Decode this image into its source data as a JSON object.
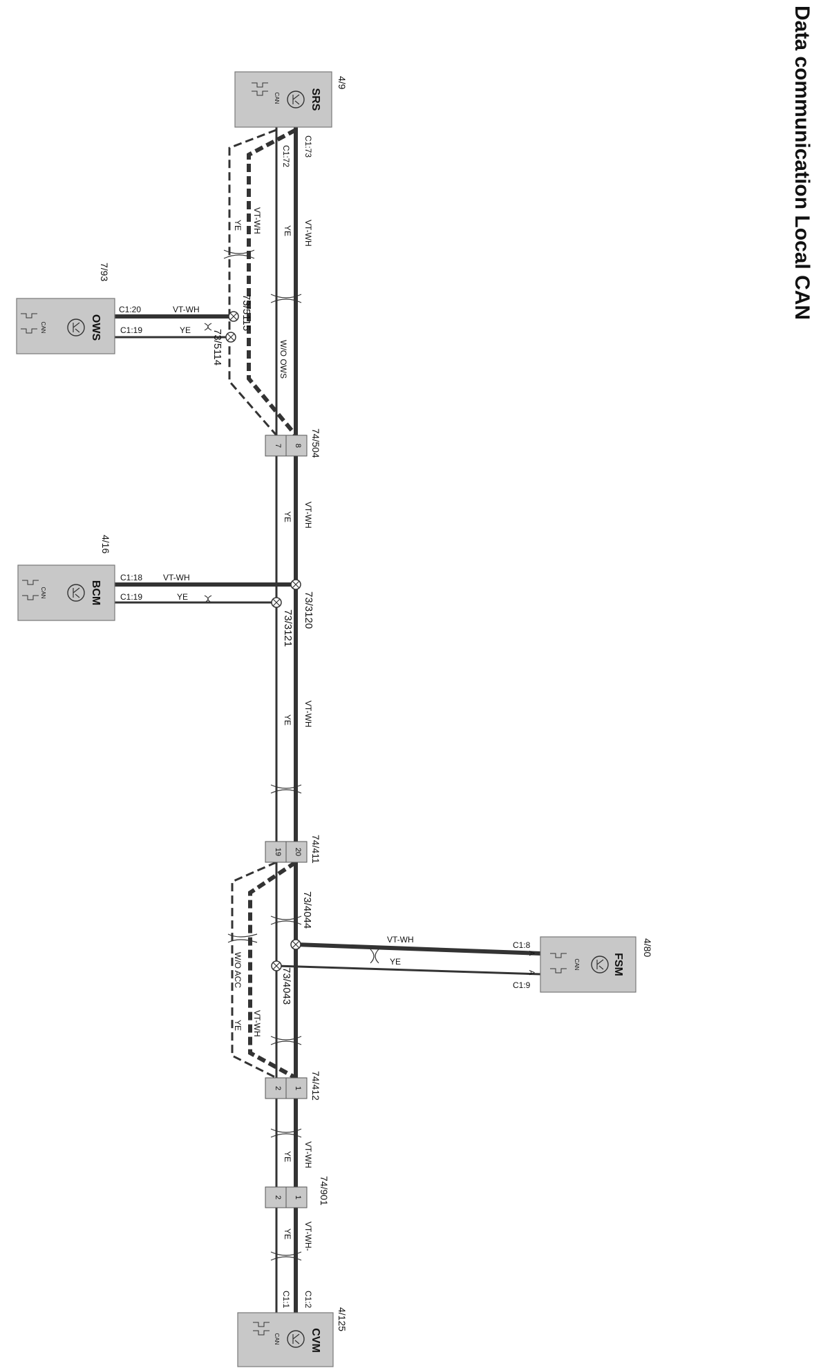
{
  "title": "Data communication Local CAN",
  "modules": {
    "srs": {
      "name": "SRS",
      "ref": "4/9",
      "bus": "CAN",
      "pin_hi": "C1:73",
      "pin_lo": "C1:72"
    },
    "ows": {
      "name": "OWS",
      "ref": "7/93",
      "bus": "CAN",
      "pin_hi": "C1:20",
      "pin_lo": "C1:19"
    },
    "bcm": {
      "name": "BCM",
      "ref": "4/16",
      "bus": "CAN",
      "pin_hi": "C1:18",
      "pin_lo": "C1:19"
    },
    "fsm": {
      "name": "FSM",
      "ref": "4/80",
      "bus": "CAN",
      "pin_hi": "C1:8",
      "pin_lo": "C1:9",
      "pin_hi_letter": "A",
      "pin_lo_letter": "A"
    },
    "cvm": {
      "name": "CVM",
      "ref": "4/125",
      "bus": "CAN",
      "pin_hi": "C1:2",
      "pin_lo": "C1:1"
    }
  },
  "connectors": {
    "c504": {
      "ref": "74/504",
      "pin_hi": "8",
      "pin_lo": "7"
    },
    "c411": {
      "ref": "74/411",
      "pin_hi": "20",
      "pin_lo": "19"
    },
    "c412": {
      "ref": "74/412",
      "pin_hi": "1",
      "pin_lo": "2"
    },
    "c901": {
      "ref": "74/901",
      "pin_hi": "1",
      "pin_lo": "2"
    }
  },
  "splices": {
    "s5115": "73/5115",
    "s5114": "73/5114",
    "s3120": "73/3120",
    "s3121": "73/3121",
    "s4044": "73/4044",
    "s4043": "73/4043"
  },
  "wires": {
    "hi": "VT-WH",
    "lo": "YE",
    "hi_alt": "VT-WH-"
  },
  "variants": {
    "without_ows": "W/O OWS",
    "without_acc": "W/O ACC"
  },
  "colors": {
    "wire": "#333333",
    "module_fill": "#c8c8c8",
    "connector_fill": "#c8c8c8",
    "text": "#111111"
  }
}
